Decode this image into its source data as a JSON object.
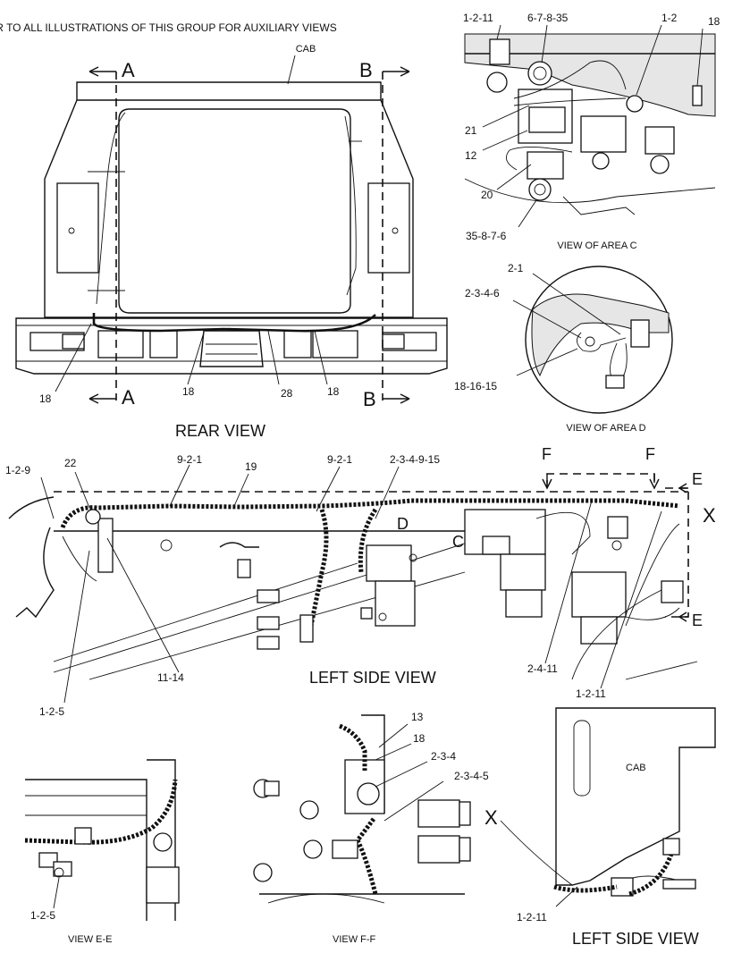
{
  "note": "REFER TO ALL ILLUSTRATIONS OF THIS GROUP FOR AUXILIARY VIEWS",
  "rear_view": {
    "title": "REAR VIEW",
    "cab": "CAB",
    "section_a": "A",
    "section_b": "B",
    "callouts": [
      "18",
      "18",
      "28",
      "18"
    ]
  },
  "view_c": {
    "title": "VIEW OF AREA C",
    "callouts": [
      "1-2-11",
      "6-7-8-35",
      "1-2",
      "18",
      "21",
      "12",
      "20",
      "35-8-7-6"
    ]
  },
  "view_d": {
    "title": "VIEW OF AREA D",
    "callouts": [
      "2-1",
      "2-3-4-6",
      "18-16-15"
    ]
  },
  "left_side_view": {
    "title": "LEFT SIDE VIEW",
    "markers": {
      "c": "C",
      "d": "D",
      "e": "E",
      "f": "F",
      "x": "X"
    },
    "callouts": [
      "1-2-9",
      "22",
      "9-2-1",
      "19",
      "9-2-1",
      "2-3-4-9-15",
      "11-14",
      "1-2-5",
      "2-4-11",
      "1-2-11"
    ]
  },
  "view_ee": {
    "title": "VIEW E-E",
    "callouts": [
      "1-2-5"
    ]
  },
  "view_ff": {
    "title": "VIEW F-F",
    "callouts": [
      "13",
      "18",
      "2-3-4",
      "2-3-4-5"
    ]
  },
  "left_side_view_2": {
    "title": "LEFT SIDE VIEW",
    "cab": "CAB",
    "marker_x": "X",
    "callouts": [
      "1-2-11"
    ]
  }
}
